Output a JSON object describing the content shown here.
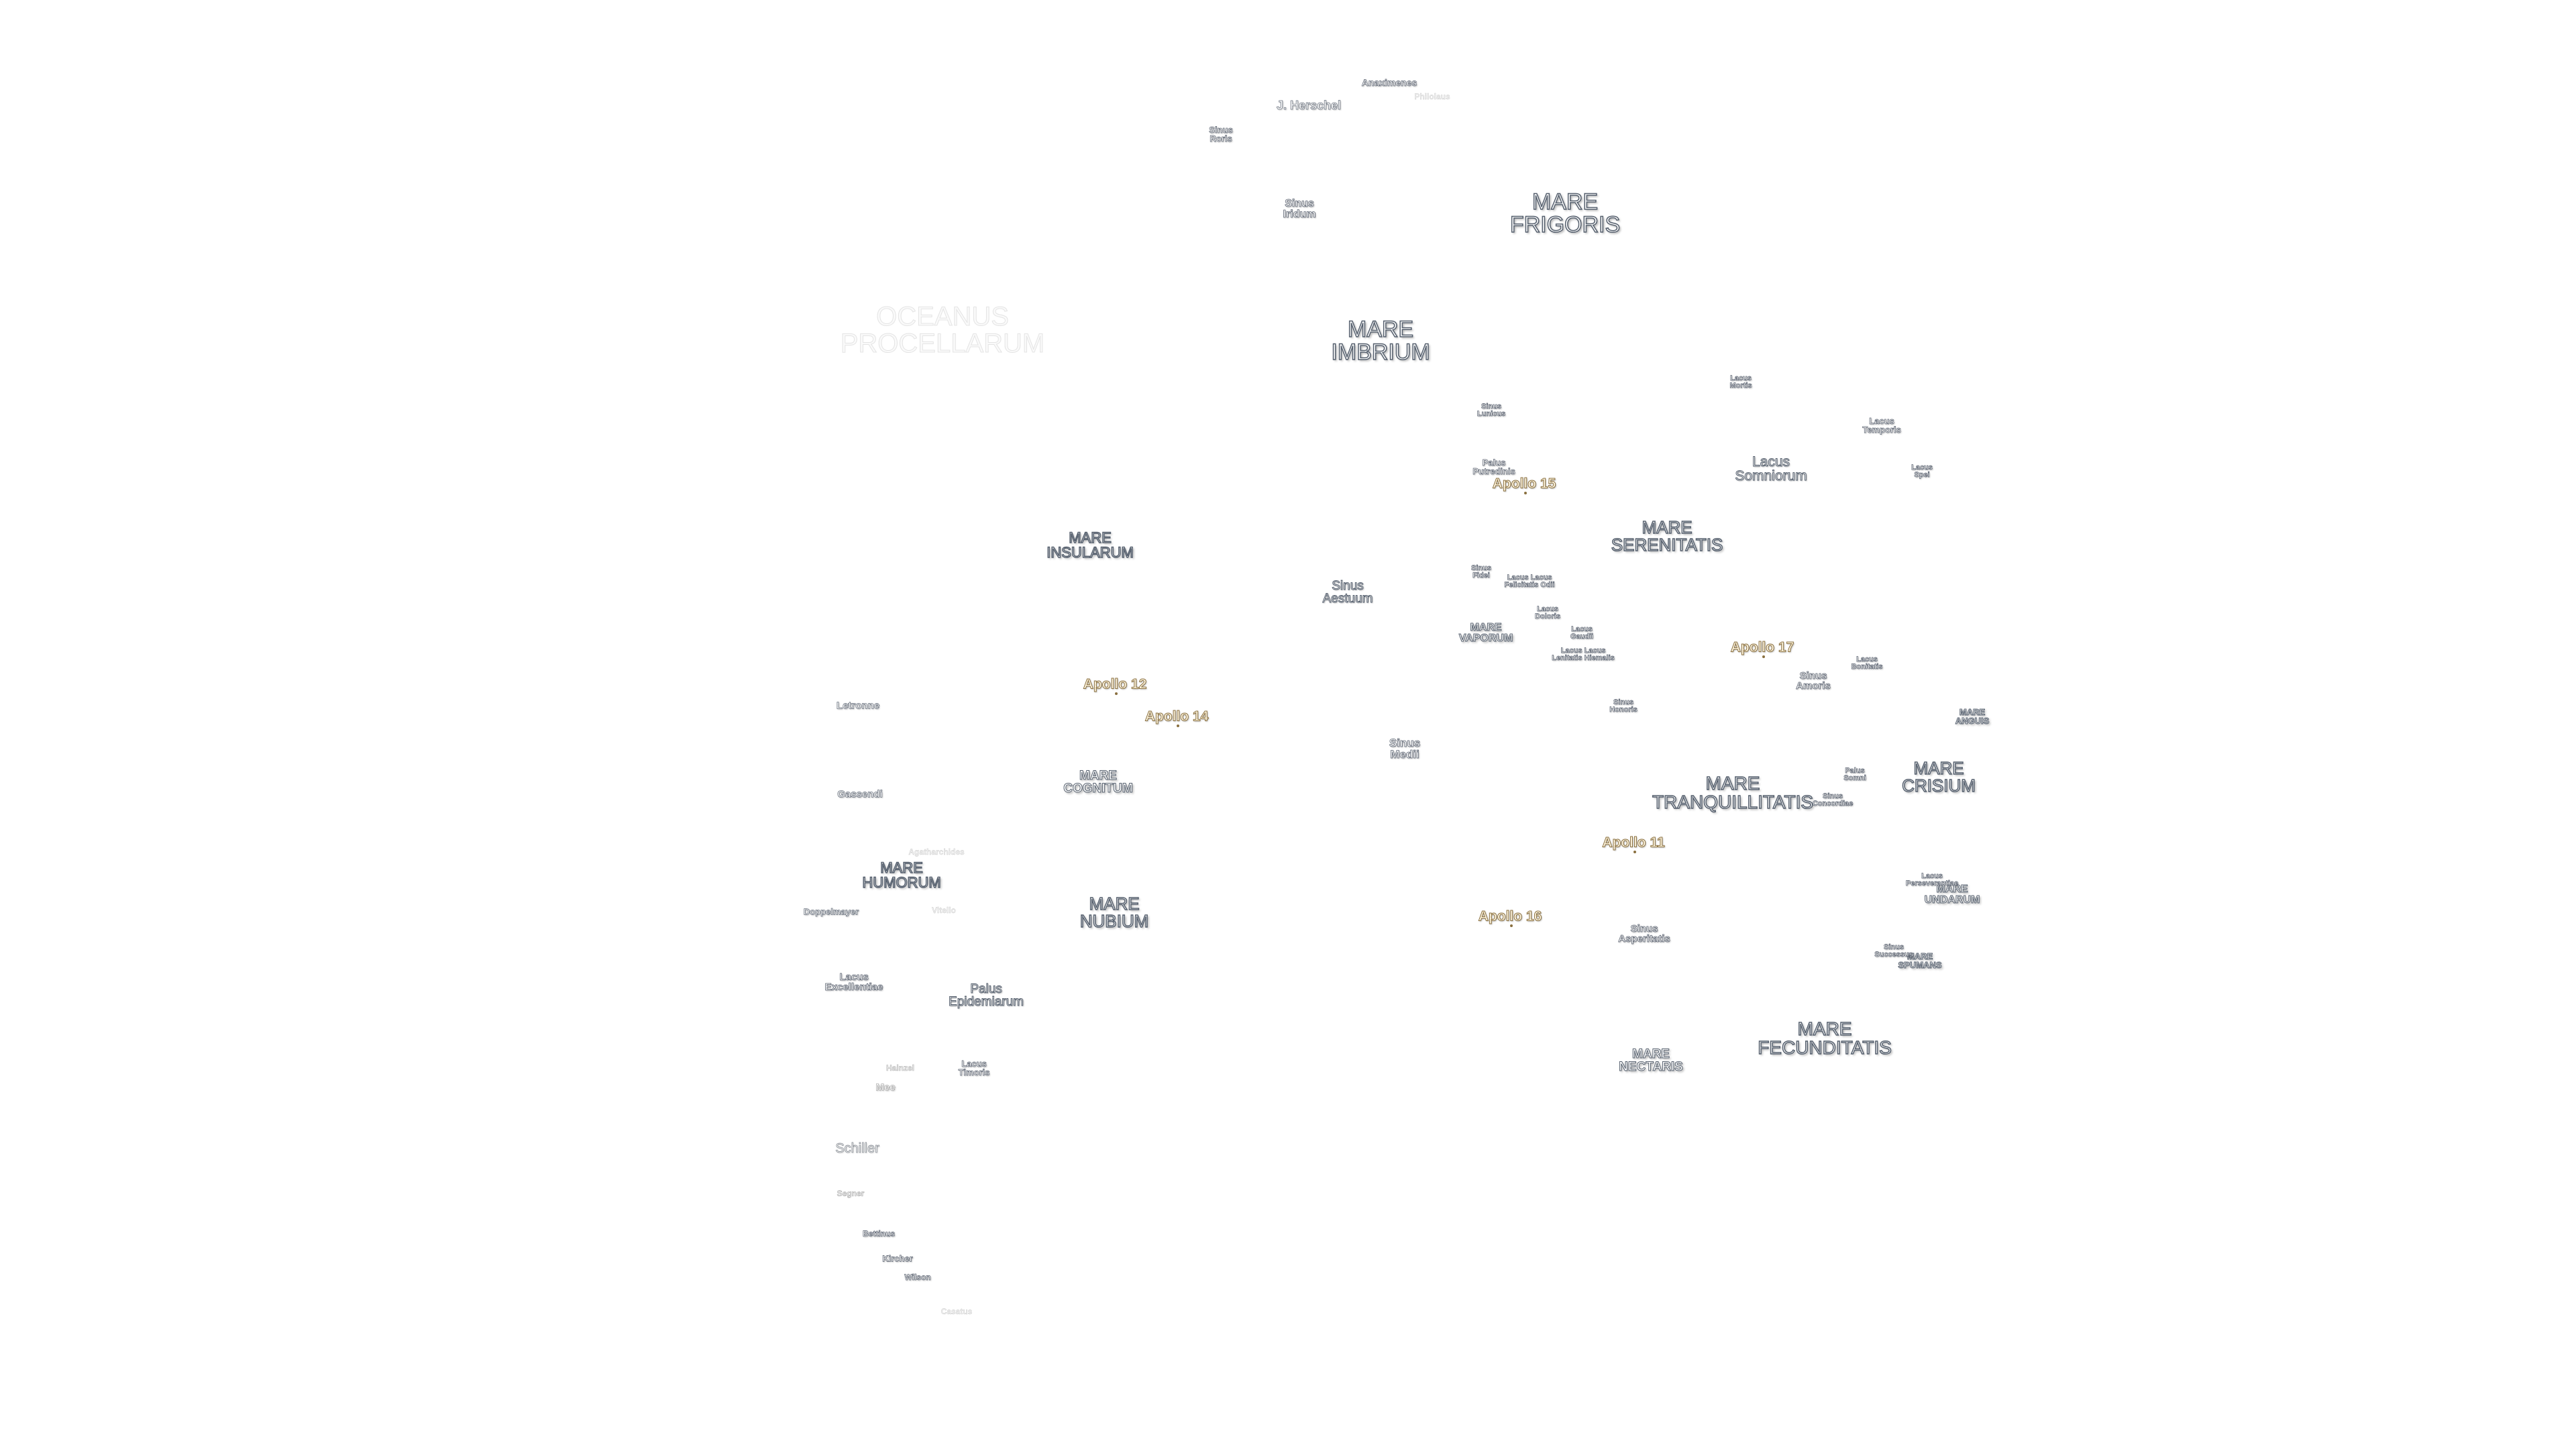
{
  "map": {
    "seas": {
      "oceanus_procellarum": "OCEANUS\nPROCELLARUM",
      "mare_frigoris": "MARE\nFRIGORIS",
      "mare_imbrium": "MARE\nIMBRIUM",
      "mare_serenitatis": "MARE\nSERENITATIS",
      "mare_insularum": "MARE\nINSULARUM",
      "mare_vaporum": "MARE\nVAPORUM",
      "mare_tranquillitatis": "MARE\nTRANQUILLITATIS",
      "mare_crisium": "MARE\nCRISIUM",
      "mare_anguis": "MARE\nANGUIS",
      "mare_cognitum": "MARE\nCOGNITUM",
      "mare_humorum": "MARE\nHUMORUM",
      "mare_nubium": "MARE\nNUBIUM",
      "mare_undarum": "MARE\nUNDARUM",
      "mare_spumans": "MARE\nSPUMANS",
      "mare_nectaris": "MARE\nNECTARIS",
      "mare_fecunditatis": "MARE\nFECUNDITATIS"
    },
    "features": {
      "sinus_roris": "Sinus\nRoris",
      "sinus_iridum": "Sinus\nIridum",
      "sinus_lunicus": "Sinus\nLunicus",
      "palus_putredinis": "Palus\nPutredinis",
      "lacus_mortis": "Lacus\nMortis",
      "lacus_temporis": "Lacus\nTemporis",
      "lacus_somniorum": "Lacus\nSomniorum",
      "lacus_spei": "Lacus\nSpei",
      "sinus_aestuum": "Sinus\nAestuum",
      "sinus_fidei": "Sinus\nFidei",
      "lacus_felicitatis": "Lacus Lacus\nFelicitatis Odii",
      "lacus_doloris": "Lacus\nDoloris",
      "lacus_gaudii": "Lacus\nGaudii",
      "lacus_lenitatis": "Lacus Lacus\nLenitatis Hiemalis",
      "sinus_honoris": "Sinus\nHonoris",
      "sinus_amoris": "Sinus\nAmoris",
      "lacus_bonitatis": "Lacus\nBonitatis",
      "sinus_medii": "Sinus\nMedii",
      "palus_somni": "Palus\nSomni",
      "sinus_concordiae": "Sinus\nConcordiae",
      "lacus_perseverantiae": "Lacus\nPerseverantiae",
      "sinus_asperitatis": "Sinus\nAsperitatis",
      "sinus_successus": "Sinus\nSuccessus",
      "lacus_excellentiae": "Lacus\nExcellentiae",
      "palus_epidemiarum": "Palus\nEpidemiarum",
      "lacus_timoris": "Lacus\nTimoris"
    },
    "craters": {
      "anaximenes": "Anaximenes",
      "philolaus": "Philolaus",
      "j_herschel": "J. Herschel",
      "letronne": "Letronne",
      "gassendi": "Gassendi",
      "agatharchides": "Agatharchides",
      "doppelmayer": "Doppelmayer",
      "vitello": "Vitello",
      "hainzel": "Hainzel",
      "mee": "Mee",
      "schiller": "Schiller",
      "segner": "Segner",
      "bettinus": "Bettinus",
      "kircher": "Kircher",
      "wilson": "Wilson",
      "casatus": "Casatus"
    },
    "apollo": {
      "apollo_11": "Apollo 11",
      "apollo_12": "Apollo 12",
      "apollo_14": "Apollo 14",
      "apollo_15": "Apollo 15",
      "apollo_16": "Apollo 16",
      "apollo_17": "Apollo 17"
    }
  }
}
